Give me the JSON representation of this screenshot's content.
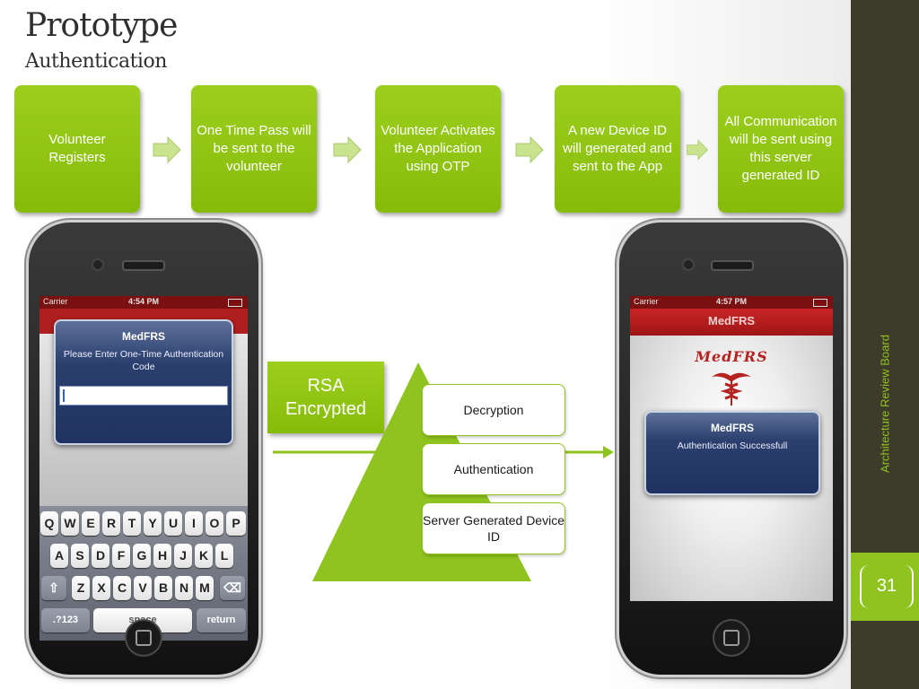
{
  "slide": {
    "title": "Prototype",
    "subtitle": "Authentication",
    "sidebar_text": "Architecture Review Board",
    "page_number": "31",
    "accent_color": "#8fc31f",
    "sidebar_color": "#3d3b2a"
  },
  "flow": {
    "steps": [
      {
        "label": "Volunteer Registers"
      },
      {
        "label": "One Time Pass will be sent to the volunteer"
      },
      {
        "label": "Volunteer Activates the Application using OTP"
      },
      {
        "label": "A new Device ID will generated and sent to the App"
      },
      {
        "label": "All Communication will be sent using this server generated ID"
      }
    ],
    "arrow_icon": "right-arrow-icon"
  },
  "phone_left": {
    "status": {
      "carrier": "Carrier",
      "time": "4:54 PM"
    },
    "alert": {
      "title": "MedFRS",
      "message": "Please Enter One-Time Authentication Code",
      "input_value": ""
    },
    "keyboard": {
      "row1": [
        "Q",
        "W",
        "E",
        "R",
        "T",
        "Y",
        "U",
        "I",
        "O",
        "P"
      ],
      "row2": [
        "A",
        "S",
        "D",
        "F",
        "G",
        "H",
        "J",
        "K",
        "L"
      ],
      "row3": [
        "Z",
        "X",
        "C",
        "V",
        "B",
        "N",
        "M"
      ],
      "shift": "⇧",
      "delete": "⌫",
      "numbers": ".?123",
      "space": "space",
      "return": "return"
    }
  },
  "phone_right": {
    "status": {
      "carrier": "Carrier",
      "time": "4:57 PM"
    },
    "navbar_title": "MedFRS",
    "logo_text": "MedFRS",
    "alert": {
      "title": "MedFRS",
      "message": "Authentication Successfull"
    }
  },
  "process": {
    "rsa_label": "RSA Encrypted",
    "layers": [
      {
        "label": "Decryption"
      },
      {
        "label": "Authentication"
      },
      {
        "label": "Server Generated Device ID"
      }
    ]
  }
}
